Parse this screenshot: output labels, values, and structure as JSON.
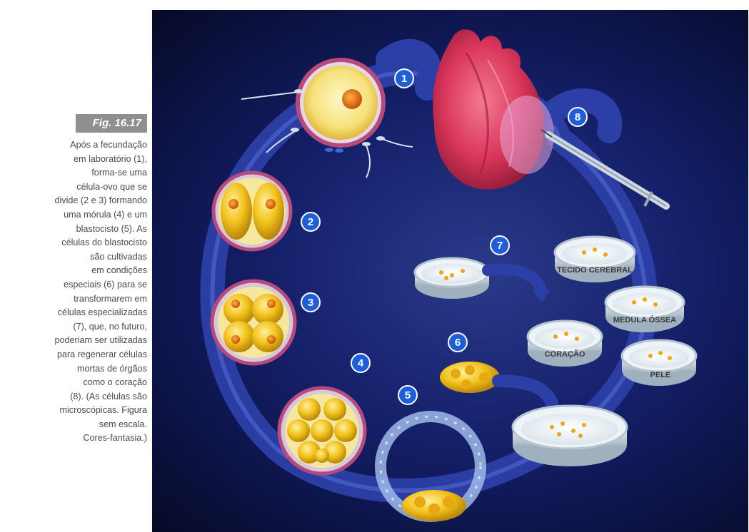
{
  "figure": {
    "label": "Fig. 16.17",
    "caption_lines": [
      "Após a fecundação",
      "em laboratório (1),",
      "forma-se uma",
      "célula-ovo que se",
      "divide (2 e 3) formando",
      "uma mórula (4) e um",
      "blastocisto (5). As",
      "células do blastocisto",
      "são cultivadas",
      "em condições",
      "especiais (6) para se",
      "transformarem em",
      "células especializadas",
      "(7), que, no futuro,",
      "poderiam ser utilizadas",
      "para regenerar células",
      "mortas de órgãos",
      "como o coração",
      "(8). (As células são",
      "microscópicas. Figura",
      "sem escala.",
      "Cores-fantasia.)"
    ]
  },
  "diagram": {
    "steps": [
      "1",
      "2",
      "3",
      "4",
      "5",
      "6",
      "7",
      "8"
    ],
    "dish_labels": {
      "brain": "TECIDO CEREBRAL",
      "marrow": "MEDULA ÓSSEA",
      "heart": "CORAÇÃO",
      "skin": "PELE"
    }
  },
  "colors": {
    "background": "#0b1140",
    "cycle_band": "#2c3fa6",
    "badge": "#1e5ed8",
    "cell_yellow": "#f2c21a",
    "heart": "#d9355a"
  }
}
